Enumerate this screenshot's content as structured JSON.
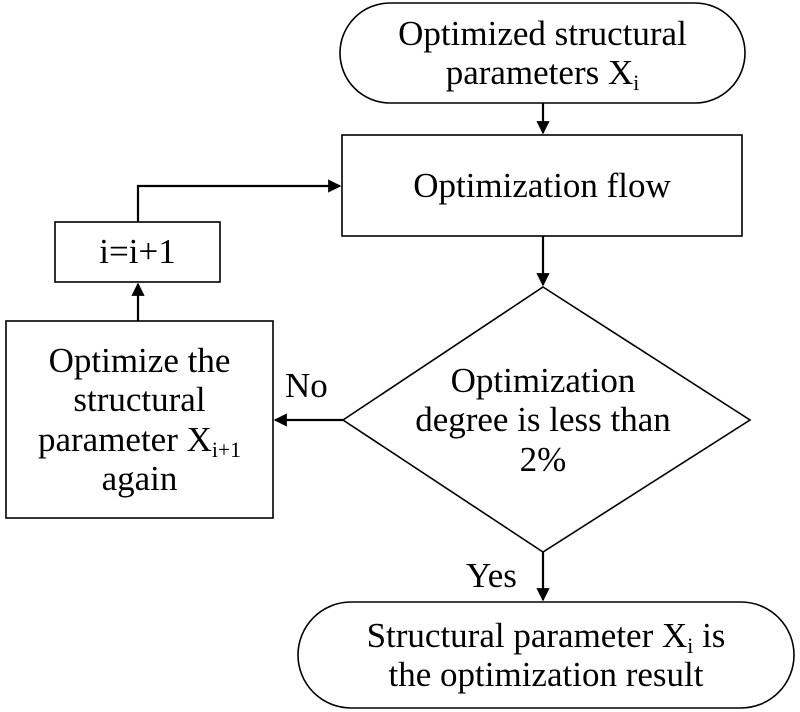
{
  "nodes": {
    "start": {
      "line1": "Optimized structural",
      "line2_text": "parameters X",
      "line2_sub": "i"
    },
    "flow": {
      "text": "Optimization flow"
    },
    "decision": {
      "line1": "Optimization",
      "line2": "degree is less than",
      "line3": "2%"
    },
    "increment": {
      "text": "i=i+1"
    },
    "reoptimize": {
      "line1": "Optimize the",
      "line2": "structural",
      "line3_text": "parameter X",
      "line3_sub": "i+1",
      "line4": "again"
    },
    "end": {
      "line1_text": "Structural parameter X",
      "line1_sub": "i",
      "line1_tail": " is",
      "line2": "the optimization result"
    }
  },
  "edges": {
    "no_label": "No",
    "yes_label": "Yes"
  }
}
